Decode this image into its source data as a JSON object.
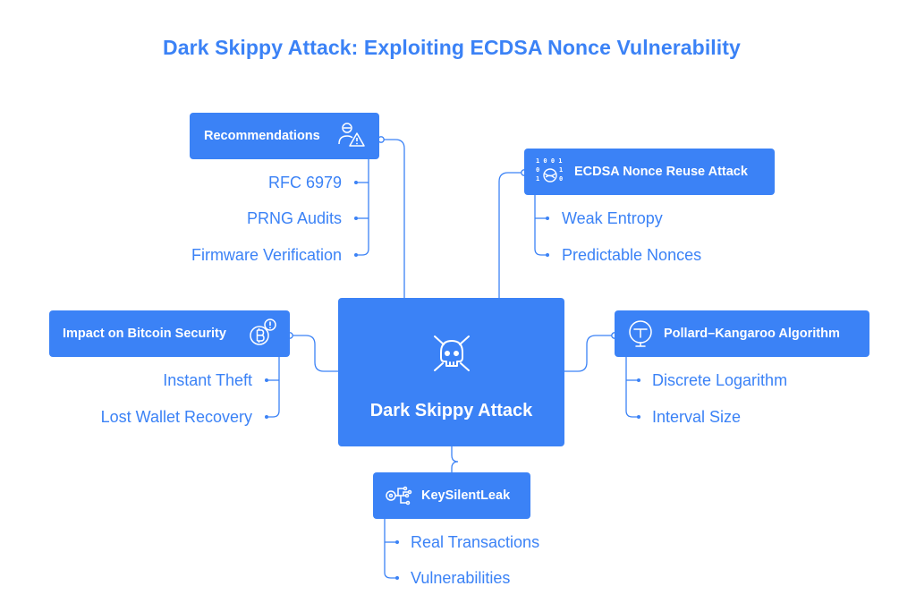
{
  "title": "Dark Skippy Attack: Exploiting ECDSA Nonce Vulnerability",
  "center": {
    "label": "Dark Skippy Attack",
    "icon": "skull-crossbones-icon"
  },
  "branches": {
    "recommendations": {
      "label": "Recommendations",
      "icon": "user-warning-icon",
      "items": [
        "RFC 6979",
        "PRNG Audits",
        "Firmware Verification"
      ]
    },
    "ecdsa": {
      "label": "ECDSA Nonce Reuse Attack",
      "icon": "binary-code-icon",
      "items": [
        "Weak Entropy",
        "Predictable Nonces"
      ]
    },
    "impact": {
      "label": "Impact on Bitcoin Security",
      "icon": "bitcoin-alert-icon",
      "items": [
        "Instant Theft",
        "Lost Wallet Recovery"
      ]
    },
    "pollard": {
      "label": "Pollard–Kangaroo Algorithm",
      "icon": "target-icon",
      "items": [
        "Discrete Logarithm",
        "Interval Size"
      ]
    },
    "keysilent": {
      "label": "KeySilentLeak",
      "icon": "key-circuit-icon",
      "items": [
        "Real Transactions",
        "Vulnerabilities"
      ]
    }
  },
  "colors": {
    "accent": "#3b82f6",
    "connector": "#3b82f6",
    "background": "#ffffff"
  }
}
